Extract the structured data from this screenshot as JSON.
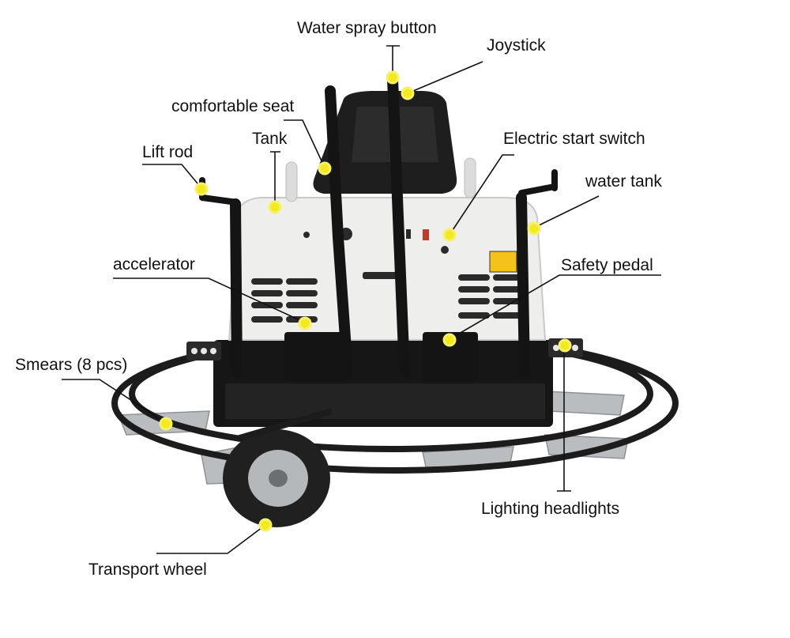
{
  "diagram": {
    "labels": {
      "water_spray_button": "Water spray button",
      "joystick": "Joystick",
      "comfortable_seat": "comfortable seat",
      "tank": "Tank",
      "lift_rod": "Lift rod",
      "electric_start_switch": "Electric start switch",
      "water_tank": "water tank",
      "accelerator": "accelerator",
      "safety_pedal": "Safety pedal",
      "smears": "Smears (8 pcs)",
      "lighting_headlights": "Lighting headlights",
      "transport_wheel": "Transport wheel"
    },
    "colors": {
      "marker": "#f2ea1a",
      "marker_glow": "#f7f06a",
      "leader": "#111111",
      "body_panel": "#eeeeec",
      "frame": "#1c1c1c",
      "blade": "#b9bdbf",
      "tire": "#202020",
      "hub": "#b5b8bb"
    }
  }
}
